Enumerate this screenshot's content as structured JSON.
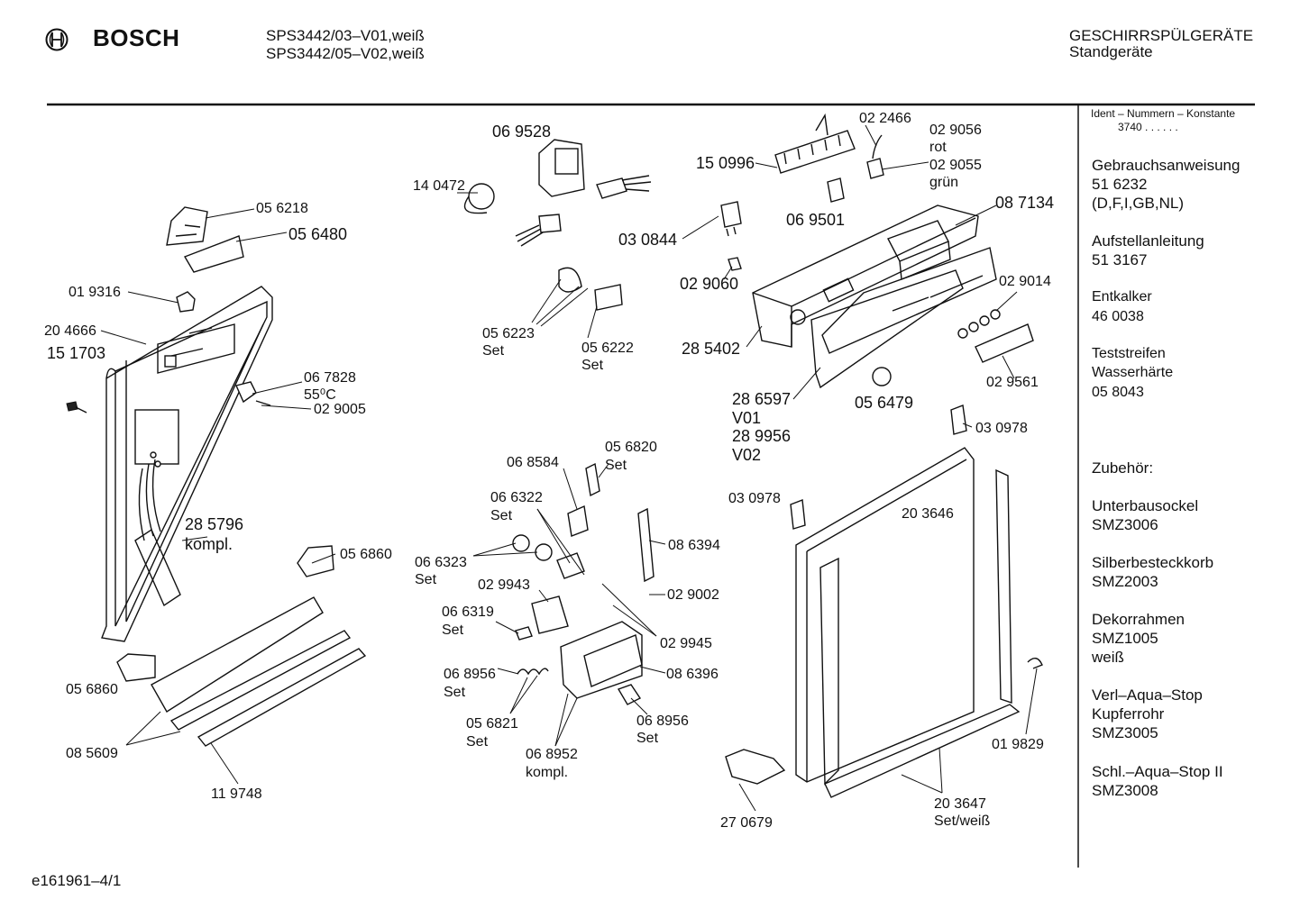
{
  "header": {
    "brand": "BOSCH",
    "models": [
      "SPS3442/03–V01,weiß",
      "SPS3442/05–V02,weiß"
    ],
    "category": "GESCHIRRSPÜLGERÄTE",
    "subcategory": "Standgeräte"
  },
  "sidebar": {
    "ident_label": "Ident – Nummern – Konstante",
    "ident_value": "3740  .   .   .   .   .   .",
    "blocks": [
      {
        "lines": [
          "Gebrauchsanweisung",
          "51 6232",
          "(D,F,I,GB,NL)"
        ]
      },
      {
        "lines": [
          "Aufstellanleitung",
          "51 3167"
        ]
      },
      {
        "lines": [
          "Entkalker",
          "46 0038"
        ]
      },
      {
        "lines": [
          "Teststreifen",
          "Wasserhärte",
          "05 8043"
        ]
      },
      {
        "lines": [
          "Zubehör:"
        ]
      },
      {
        "lines": [
          "Unterbausockel",
          "SMZ3006"
        ]
      },
      {
        "lines": [
          "Silberbesteckkorb",
          "SMZ2003"
        ]
      },
      {
        "lines": [
          "Dekorrahmen",
          "SMZ1005",
          "weiß"
        ]
      },
      {
        "lines": [
          "Verl–Aqua–Stop",
          "Kupferrohr",
          "SMZ3005"
        ]
      },
      {
        "lines": [
          "Schl.–Aqua–Stop II",
          "SMZ3008"
        ]
      }
    ]
  },
  "footer": {
    "code": "e161961–4/1"
  },
  "labels": {
    "l056218": "05 6218",
    "l056480": "05 6480",
    "l019316": "01 9316",
    "l204666": "20 4666",
    "l151703": "15 1703",
    "l067828": "06 7828",
    "l55c": "55⁰C",
    "l029005": "02 9005",
    "l285796": "28 5796",
    "lkompl1": "kompl.",
    "l056860a": "05 6860",
    "l056860b": "05 6860",
    "l085609": "08 5609",
    "l119748": "11 9748",
    "l069528": "06 9528",
    "l140472": "14 0472",
    "l030844": "03 0844",
    "l029060": "02 9060",
    "l056223": "05 6223",
    "lset1": "Set",
    "l056222": "05 6222",
    "lset2": "Set",
    "l150996": "15 0996",
    "l022466": "02 2466",
    "l029056": "02 9056",
    "lrot": "rot",
    "l029055": "02 9055",
    "lgruen": "grün",
    "l069501": "06 9501",
    "l087134": "08 7134",
    "l029014": "02 9014",
    "l285402": "28 5402",
    "l029561": "02 9561",
    "l286597": "28 6597",
    "lv01": "V01",
    "l289956": "28 9956",
    "lv02": "V02",
    "l056479": "05 6479",
    "l030978a": "03 0978",
    "l030978b": "03 0978",
    "l203646": "20 3646",
    "l068584": "06 8584",
    "l056820": "05 6820",
    "lset3": "Set",
    "l066322": "06 6322",
    "lset4": "Set",
    "l086394": "08 6394",
    "l066323": "06 6323",
    "lset5": "Set",
    "l029943": "02 9943",
    "l029002": "02 9002",
    "l066319": "06 6319",
    "lset6": "Set",
    "l029945": "02 9945",
    "l068956a": "06 8956",
    "lset7": "Set",
    "l086396": "08 6396",
    "l056821": "05 6821",
    "lset8": "Set",
    "l068952": "06 8952",
    "lkompl2": "kompl.",
    "l068956b": "06 8956",
    "lset9": "Set",
    "l019829": "01 9829",
    "l270679": "27 0679",
    "l203647": "20 3647",
    "lsetweiss": "Set/weiß"
  }
}
